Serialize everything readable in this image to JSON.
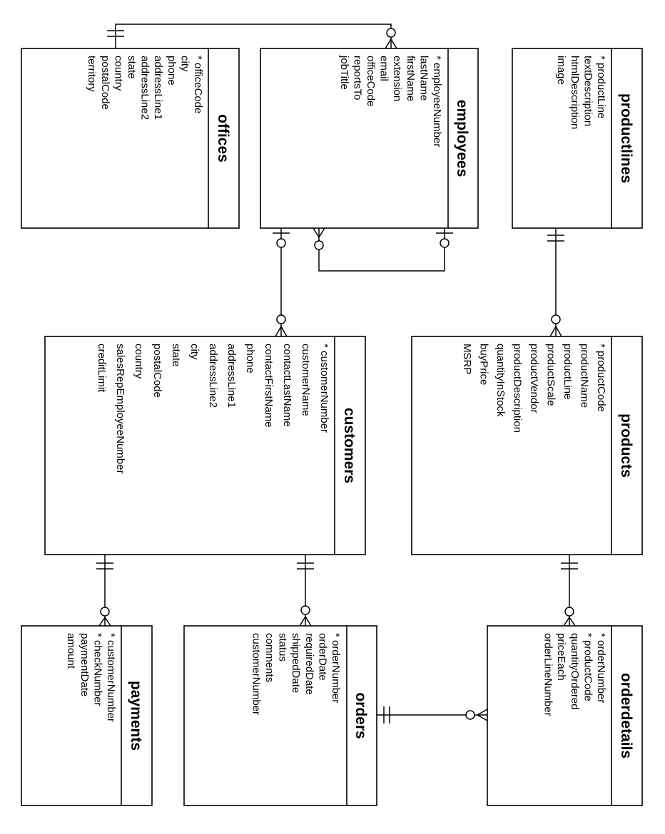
{
  "entities": {
    "offices": {
      "title": "offices",
      "fields": [
        "* officeCode",
        "city",
        "phone",
        "addressLine1",
        "addressLine2",
        "state",
        "country",
        "postalCode",
        "territory"
      ]
    },
    "employees": {
      "title": "employees",
      "fields": [
        "* employeeNumber",
        "lastName",
        "firstName",
        "extension",
        "email",
        "officeCode",
        "reportsTo",
        "jobTitle"
      ]
    },
    "productlines": {
      "title": "productlines",
      "fields": [
        "* productLine",
        "textDescription",
        "htmlDescription",
        "image"
      ]
    },
    "customers": {
      "title": "customers",
      "fields": [
        "* customerNumber",
        "customerName",
        "contactLastName",
        "contactFirstName",
        "phone",
        "addressLine1",
        "addressLine2",
        "city",
        "state",
        "postalCode",
        "country",
        "salesRepEmployeeNumber",
        "creditLimit"
      ]
    },
    "products": {
      "title": "products",
      "fields": [
        "* productCode",
        "productName",
        "productLine",
        "productScale",
        "productVendor",
        "productDescription",
        "quantityInStock",
        "buyPrice",
        "MSRP"
      ]
    },
    "payments": {
      "title": "payments",
      "fields": [
        "* customerNumber",
        "* checkNumber",
        "paymentDate",
        "amount"
      ]
    },
    "orders": {
      "title": "orders",
      "fields": [
        "* orderNumber",
        "orderDate",
        "requiredDate",
        "shippedDate",
        "status",
        "comments",
        "customerNumber"
      ]
    },
    "orderdetails": {
      "title": "orderdetails",
      "fields": [
        "* orderNumber",
        "* productCode",
        "quantityOrdered",
        "priceEach",
        "orderLineNumber"
      ]
    }
  },
  "relationships": [
    {
      "from": "offices",
      "to": "employees",
      "from_end": "one-and-only-one",
      "to_end": "zero-or-many"
    },
    {
      "from": "employees",
      "to": "employees",
      "from_end": "zero-or-one",
      "to_end": "zero-or-many"
    },
    {
      "from": "employees",
      "to": "customers",
      "from_end": "zero-or-one",
      "to_end": "zero-or-many"
    },
    {
      "from": "productlines",
      "to": "products",
      "from_end": "one-and-only-one",
      "to_end": "zero-or-many"
    },
    {
      "from": "customers",
      "to": "payments",
      "from_end": "one-and-only-one",
      "to_end": "zero-or-many"
    },
    {
      "from": "customers",
      "to": "orders",
      "from_end": "one-and-only-one",
      "to_end": "zero-or-many"
    },
    {
      "from": "products",
      "to": "orderdetails",
      "from_end": "one-and-only-one",
      "to_end": "zero-or-many"
    },
    {
      "from": "orders",
      "to": "orderdetails",
      "from_end": "one-and-only-one",
      "to_end": "zero-or-many"
    }
  ]
}
